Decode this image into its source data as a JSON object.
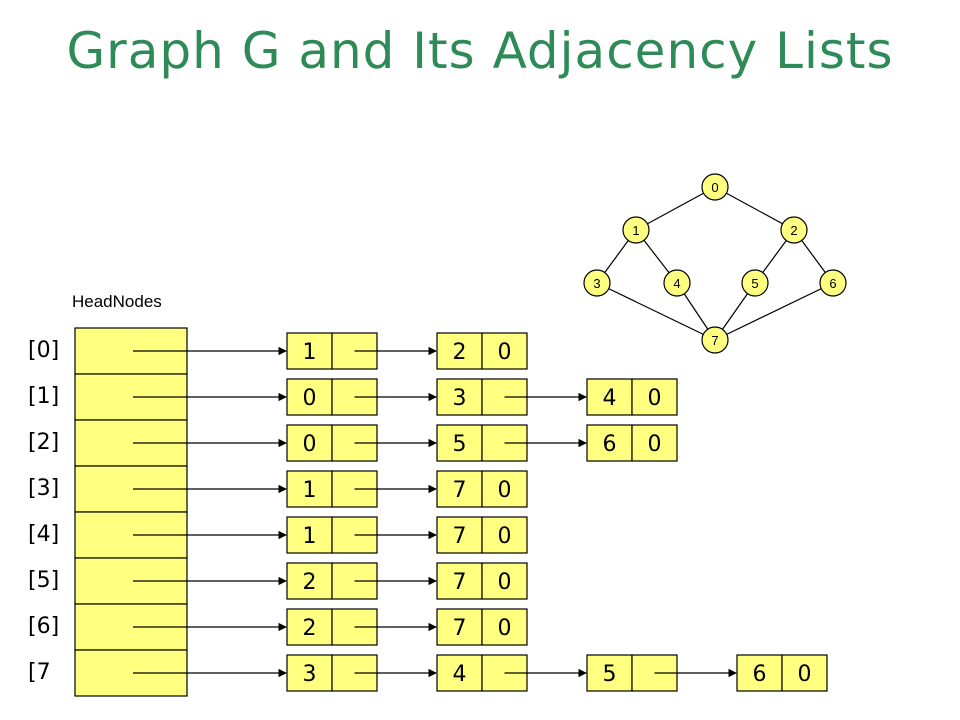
{
  "title": "Graph G and Its Adjacency Lists",
  "head_label": "HeadNodes",
  "indices": [
    "[0]",
    "[1]",
    "[2]",
    "[3]",
    "[4]",
    "[5]",
    "[6]",
    "[7"
  ],
  "lists": [
    [
      [
        "1",
        ""
      ],
      [
        "2",
        "0"
      ]
    ],
    [
      [
        "0",
        ""
      ],
      [
        "3",
        ""
      ],
      [
        "4",
        "0"
      ]
    ],
    [
      [
        "0",
        ""
      ],
      [
        "5",
        ""
      ],
      [
        "6",
        "0"
      ]
    ],
    [
      [
        "1",
        ""
      ],
      [
        "7",
        "0"
      ]
    ],
    [
      [
        "1",
        ""
      ],
      [
        "7",
        "0"
      ]
    ],
    [
      [
        "2",
        ""
      ],
      [
        "7",
        "0"
      ]
    ],
    [
      [
        "2",
        ""
      ],
      [
        "7",
        "0"
      ]
    ],
    [
      [
        "3",
        ""
      ],
      [
        "4",
        ""
      ],
      [
        "5",
        ""
      ],
      [
        "6",
        "0"
      ]
    ]
  ],
  "graph": {
    "nodes": [
      "0",
      "1",
      "2",
      "3",
      "4",
      "5",
      "6",
      "7"
    ],
    "edges": [
      [
        "0",
        "1"
      ],
      [
        "0",
        "2"
      ],
      [
        "1",
        "3"
      ],
      [
        "1",
        "4"
      ],
      [
        "2",
        "5"
      ],
      [
        "2",
        "6"
      ],
      [
        "3",
        "7"
      ],
      [
        "4",
        "7"
      ],
      [
        "5",
        "7"
      ],
      [
        "6",
        "7"
      ]
    ]
  },
  "colors": {
    "title": "#2e8b57",
    "fill": "#ffff80",
    "stroke": "#000000"
  }
}
